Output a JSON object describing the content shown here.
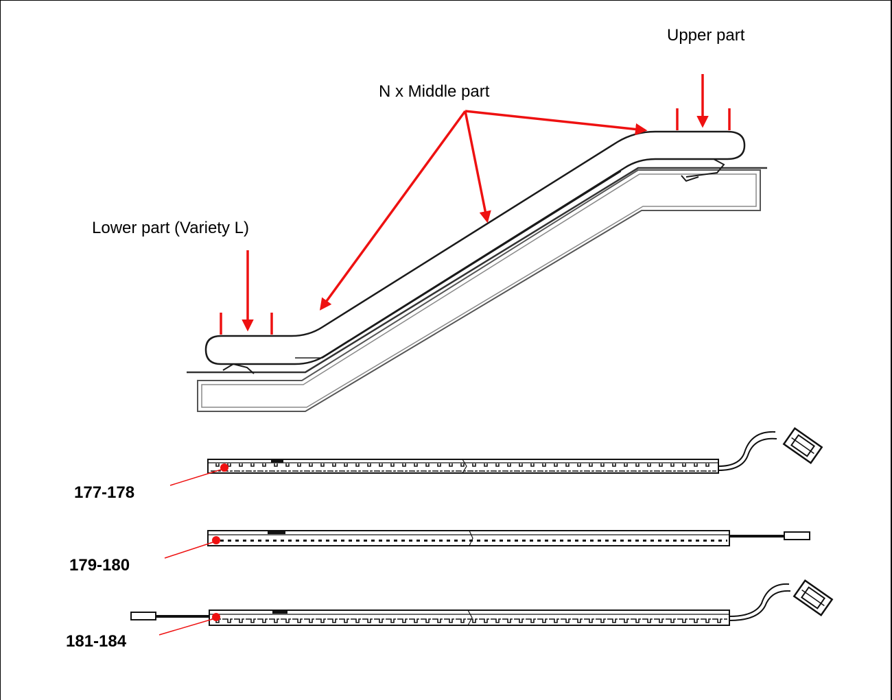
{
  "diagram": {
    "labels": {
      "upper": "Upper part",
      "middle": "N x Middle part",
      "lower": "Lower part (Variety L)"
    },
    "strips": [
      {
        "number": "177-178",
        "connector": "plug"
      },
      {
        "number": "179-180",
        "connector": "pin-right"
      },
      {
        "number": "181-184",
        "connector": "plug-and-pin-left"
      }
    ],
    "colors": {
      "annotation": "#ee1111",
      "line": "#222222",
      "background": "#ffffff"
    }
  }
}
